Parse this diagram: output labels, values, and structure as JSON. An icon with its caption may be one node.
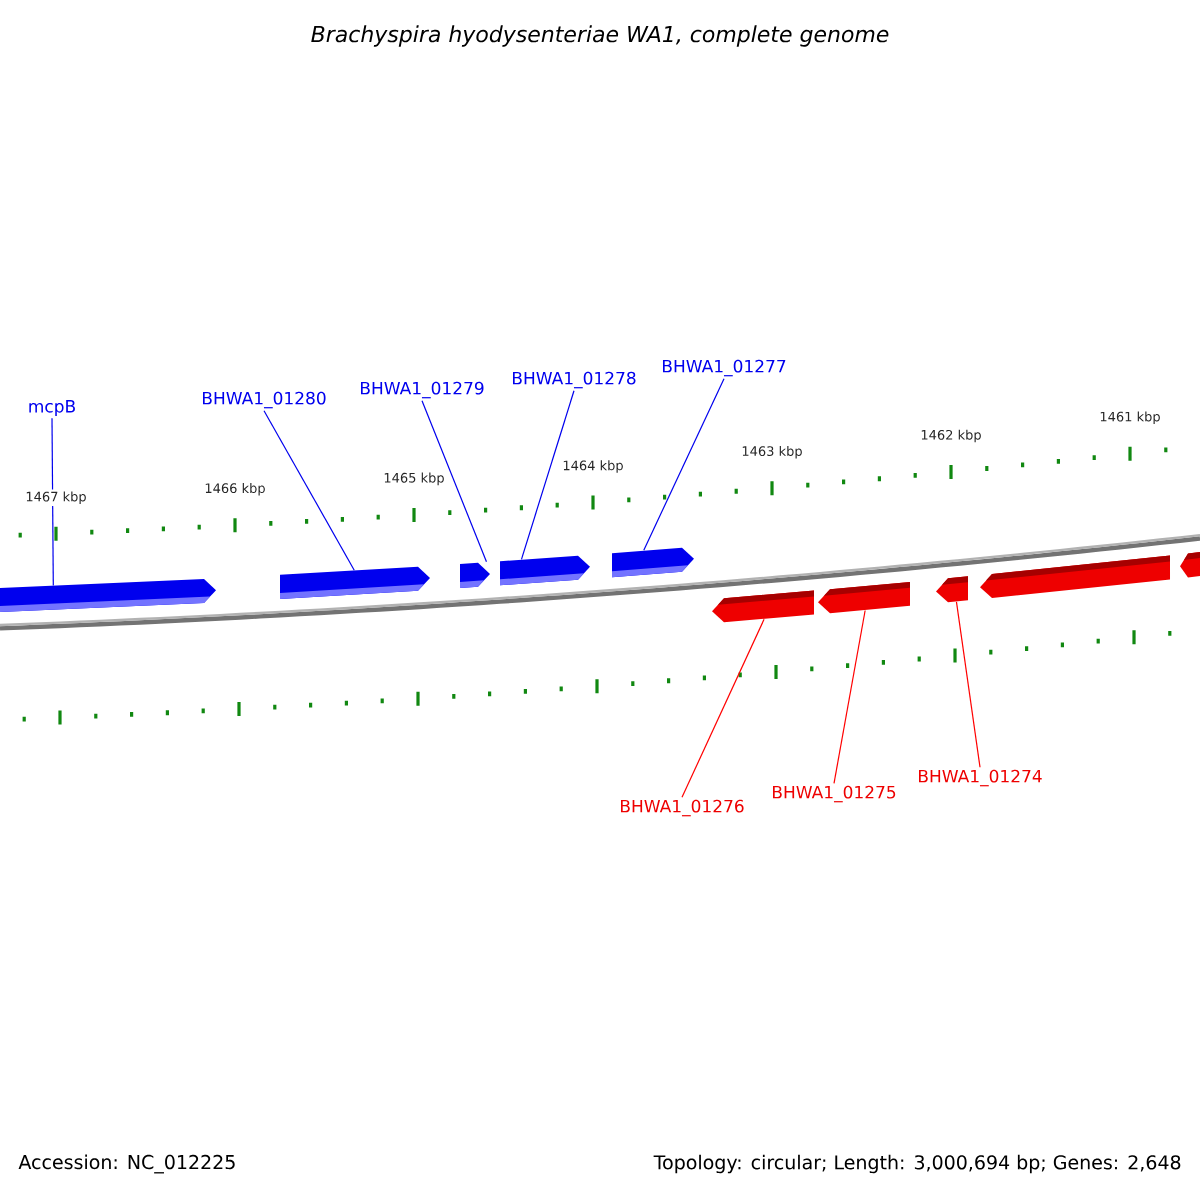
{
  "diagram": {
    "title": "Brachyspira hyodysenteriae WA1, complete genome",
    "nodes": [
      {
        "text": [
          "mcpB"
        ]
      },
      {
        "text": [
          "BHWA1_01280"
        ]
      },
      {
        "text": [
          "BHWA1_01279"
        ]
      },
      {
        "text": [
          "BHWA1_01278"
        ]
      },
      {
        "text": [
          "BHWA1_01277"
        ]
      },
      {
        "text": [
          "BHWA1_01276"
        ]
      },
      {
        "text": [
          "BHWA1_01275"
        ]
      },
      {
        "text": [
          "BHWA1_01274"
        ]
      },
      {
        "text": [],
        "shape": "arrow"
      },
      {
        "text": [],
        "shape": "arrow"
      },
      {
        "text": [],
        "shape": "arrow"
      },
      {
        "text": [],
        "shape": "arrow"
      },
      {
        "text": [],
        "shape": "arrow"
      },
      {
        "text": [],
        "shape": "arrow"
      },
      {
        "text": [],
        "shape": "arrow"
      },
      {
        "text": [],
        "shape": "arrow"
      },
      {
        "text": [],
        "shape": "arrow"
      },
      {
        "text": [],
        "shape": "arrow"
      }
    ],
    "edges": [
      {
        "from": 0,
        "to": 8,
        "arrow": "none"
      },
      {
        "from": 1,
        "to": 9,
        "arrow": "none"
      },
      {
        "from": 2,
        "to": 10,
        "arrow": "none"
      },
      {
        "from": 3,
        "to": 11,
        "arrow": "none"
      },
      {
        "from": 4,
        "to": 12,
        "arrow": "none"
      },
      {
        "from": 5,
        "to": 13,
        "arrow": "none",
        "color": "#ff0000"
      },
      {
        "from": 6,
        "to": 14,
        "arrow": "none",
        "color": "#ff0000"
      },
      {
        "from": 7,
        "to": 15,
        "arrow": "none",
        "color": "#ff0000"
      }
    ],
    "labels": [
      "1467 kbp",
      "1466 kbp",
      "1465 kbp",
      "1464 kbp",
      "1463 kbp",
      "1462 kbp",
      "1461 kbp",
      "Accession: NC_012225",
      "Topology: circular; Length: 3,000,694 bp; Genes: 2,648"
    ]
  }
}
